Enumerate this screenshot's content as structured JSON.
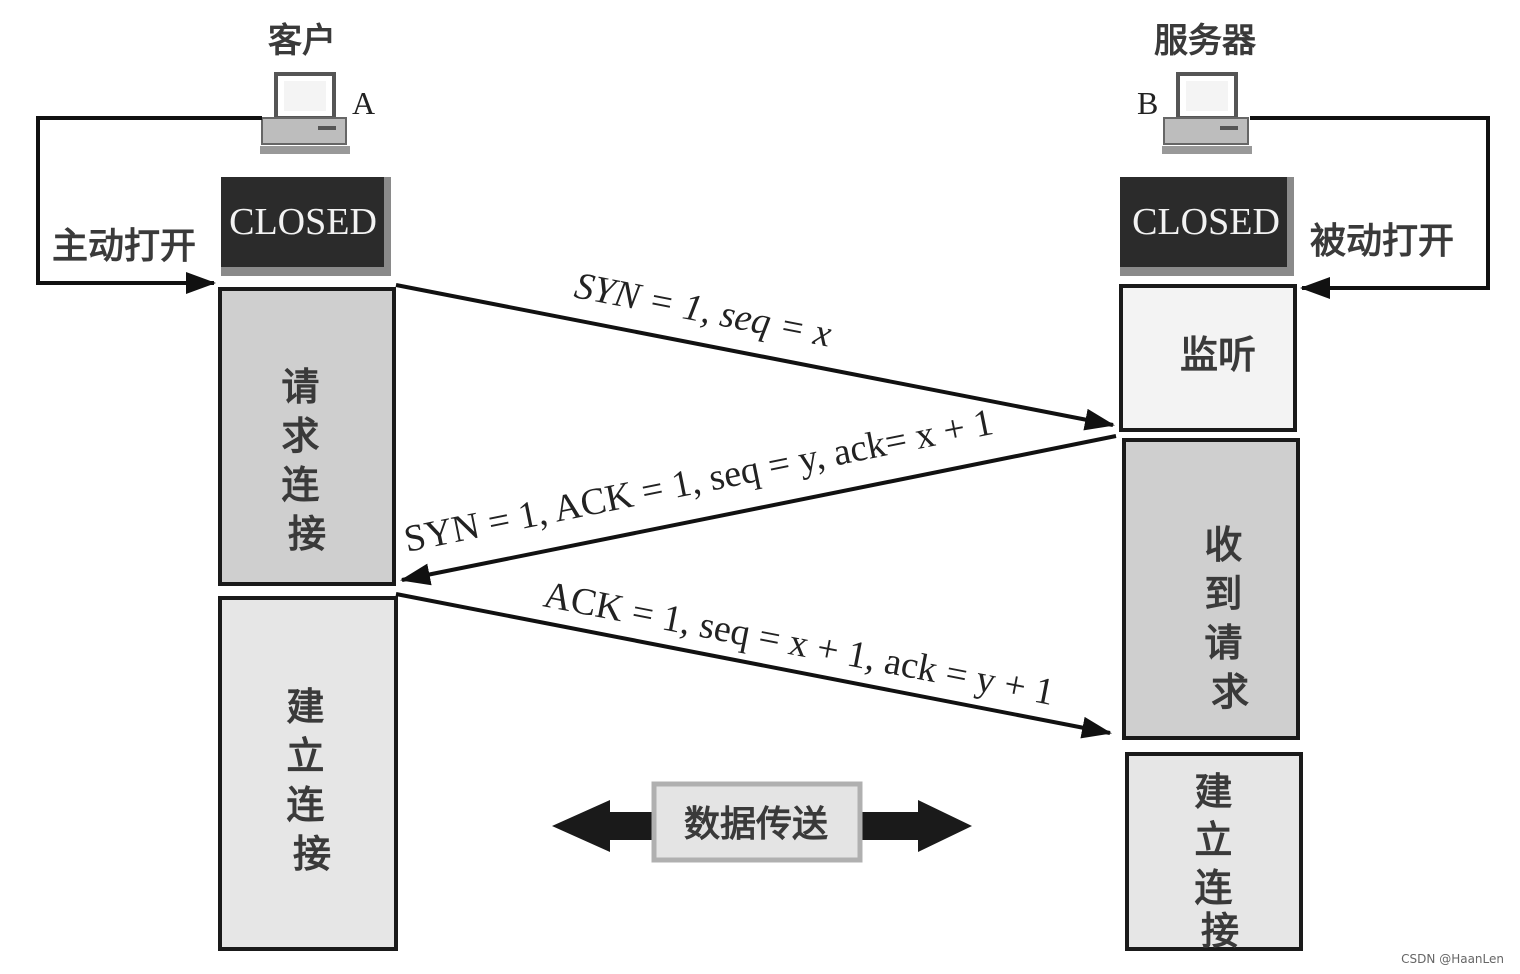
{
  "client": {
    "title": "客户",
    "letter": "A",
    "action": "主动打开",
    "state": "CLOSED",
    "phase1": "请求连接",
    "phase2": "建立连接"
  },
  "server": {
    "title": "服务器",
    "letter": "B",
    "action": "被动打开",
    "state": "CLOSED",
    "phase1": "监听",
    "phase2": "收到请求",
    "phase3": "建立连接"
  },
  "messages": {
    "syn": "SYN = 1, seq = x",
    "synack": "SYN = 1, ACK = 1, seq = y, ack= x + 1",
    "ack": "ACK = 1, seq = x + 1, ack = y + 1"
  },
  "transfer": "数据传送",
  "watermark": "CSDN @HaanLen"
}
